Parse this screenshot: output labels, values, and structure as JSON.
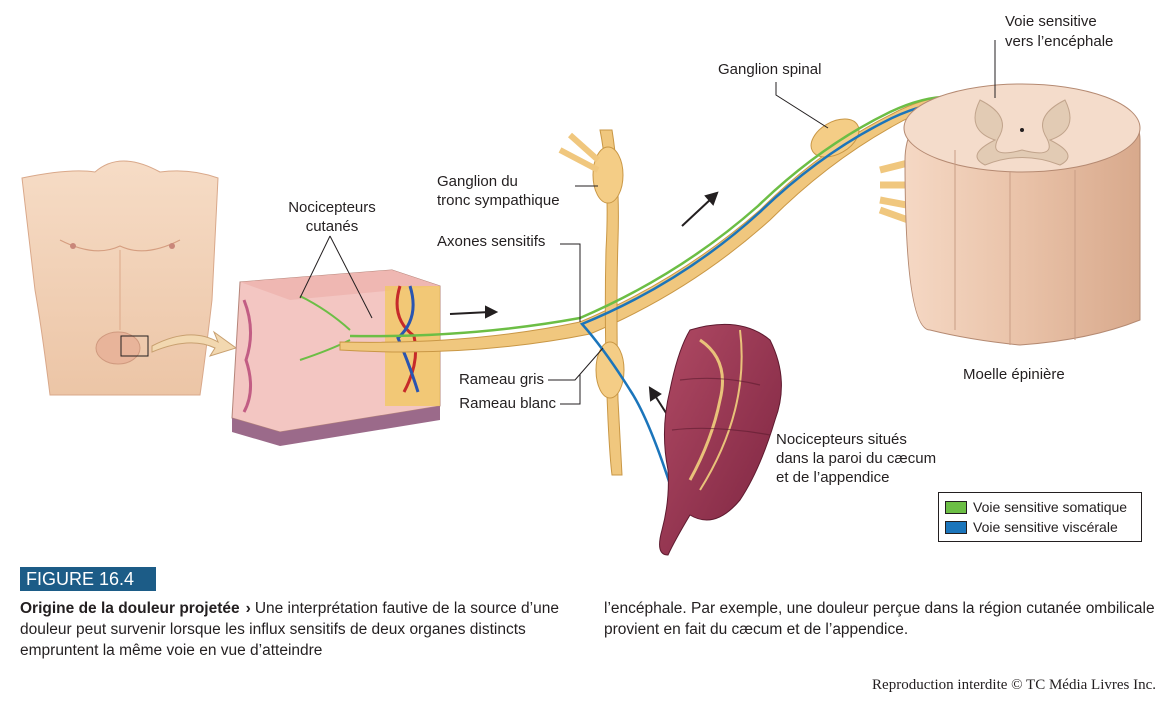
{
  "labels": {
    "voie_sensitive_encephale": "Voie sensitive\nvers l’encéphale",
    "ganglion_spinal": "Ganglion spinal",
    "ganglion_tronc_sympathique": "Ganglion du\ntronc sympathique",
    "nocicepteurs_cutanes": "Nocicepteurs\ncutanés",
    "axones_sensitifs": "Axones sensitifs",
    "rameau_gris": "Rameau gris",
    "rameau_blanc": "Rameau blanc",
    "moelle_epiniere": "Moelle épinière",
    "nocicepteurs_caecum": "Nocicepteurs situés\ndans la paroi du cæcum\net de l’appendice"
  },
  "legend": {
    "items": [
      {
        "label": "Voie sensitive somatique",
        "color": "#6cbe45"
      },
      {
        "label": "Voie sensitive viscérale",
        "color": "#1b75bb"
      }
    ]
  },
  "figure": {
    "badge": "FIGURE 16.4",
    "title": "Origine de la douleur projetée",
    "arrow": "›",
    "text_left": "Une interprétation fautive de la source d’une douleur peut survenir lorsque les influx sensitifs de deux organes distincts empruntent la même voie en vue d’atteindre",
    "text_right": "l’encéphale. Par exemple, une douleur perçue dans la région cutanée ombilicale provient en fait du cæcum et de l’appendice."
  },
  "copyright": "Reproduction interdite © TC Média Livres Inc.",
  "colors": {
    "somatic": "#6cbe45",
    "visceral": "#1b75bb",
    "nerve": "#f0c77e",
    "badge": "#1c5c87"
  }
}
